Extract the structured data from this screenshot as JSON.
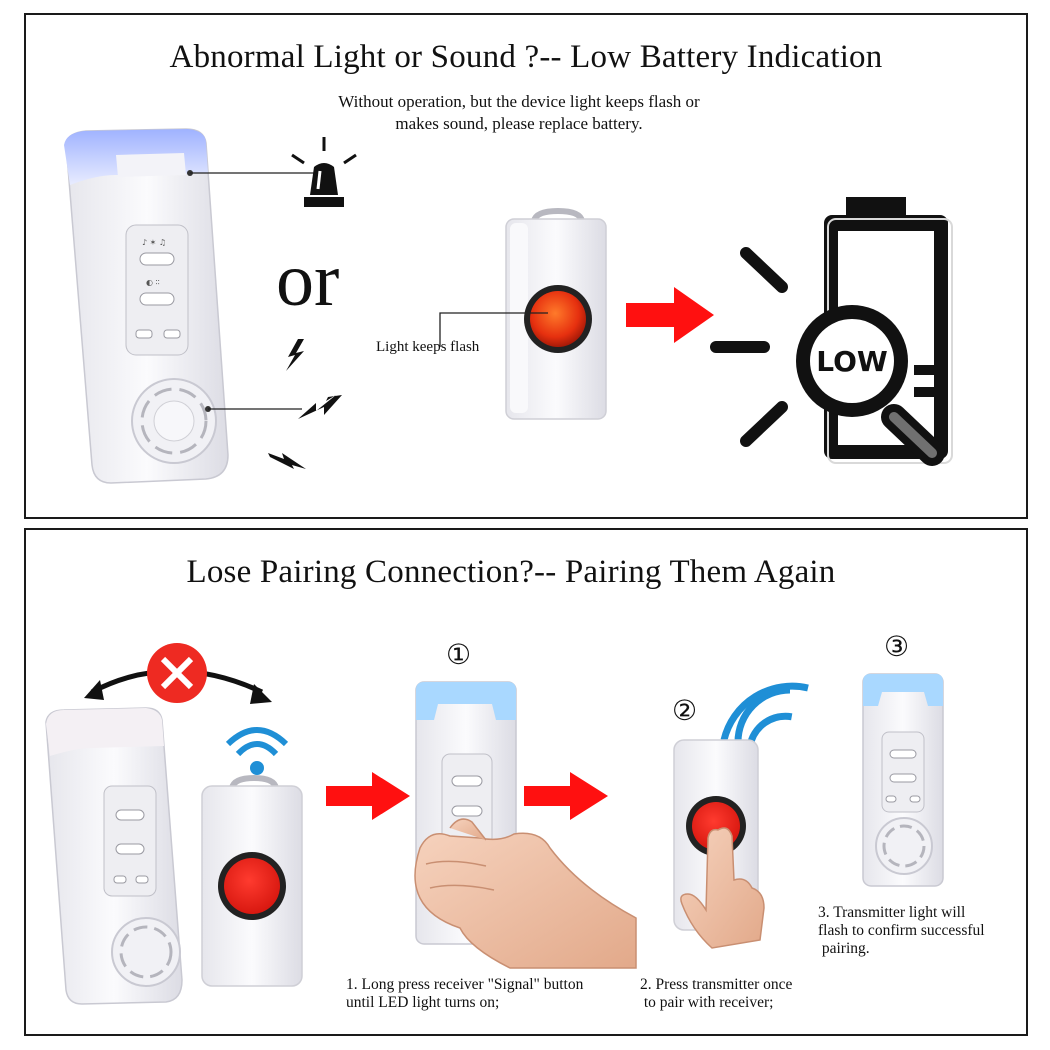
{
  "section1": {
    "title": "Abnormal Light or Sound ?-- Low Battery Indication",
    "subtitle_line1": "Without operation, but the device light keeps flash or",
    "subtitle_line2": "makes sound, please replace battery.",
    "or_text": "or",
    "light_label": "Light keeps flash",
    "battery_label": "LOW"
  },
  "section2": {
    "title": "Lose Pairing Connection?-- Pairing Them Again",
    "step1_number": "①",
    "step2_number": "②",
    "step3_number": "③",
    "step1_line1": "1. Long press receiver \"Signal\" button",
    "step1_line2": "until LED light turns on;",
    "step2_line1": "2. Press transmitter once",
    "step2_line2": " to pair with receiver;",
    "step3_line1": "3. Transmitter light will",
    "step3_line2": "flash to confirm successful",
    "step3_line3": " pairing."
  },
  "colors": {
    "red_button": "#e8231e",
    "arrow_red": "#ff1010",
    "wifi_blue": "#1f8fd6",
    "led_blue": "#b9c8ff"
  },
  "icons": [
    "alarm-light-icon",
    "lightning-icon",
    "low-battery-icon",
    "magnifier-icon",
    "wifi-signal-icon",
    "cross-icon",
    "arrow-right-icon",
    "hand-icon",
    "finger-icon"
  ]
}
